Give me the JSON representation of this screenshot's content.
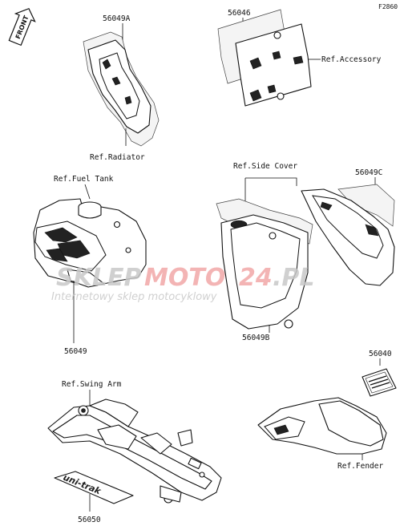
{
  "figure_code": "F2860",
  "front_marker": "FRONT",
  "parts": {
    "p56049A": "56049A",
    "p56046": "56046",
    "p56049C": "56049C",
    "p56049": "56049",
    "p56049B": "56049B",
    "p56040": "56040",
    "p56050": "56050"
  },
  "references": {
    "accessory": "Ref.Accessory",
    "radiator": "Ref.Radiator",
    "fuel_tank": "Ref.Fuel Tank",
    "side_cover": "Ref.Side Cover",
    "swing_arm": "Ref.Swing Arm",
    "fender": "Ref.Fender"
  },
  "watermark": {
    "part1": "SKLEP",
    "part2": "MOTO",
    "part3": "24",
    "part4": ".PL",
    "tagline": "Internetowy sklep motocyklowy",
    "color_main": "#c8c8c8",
    "color_accent": "#f2a8a8"
  },
  "decal_text": "uni-trak"
}
